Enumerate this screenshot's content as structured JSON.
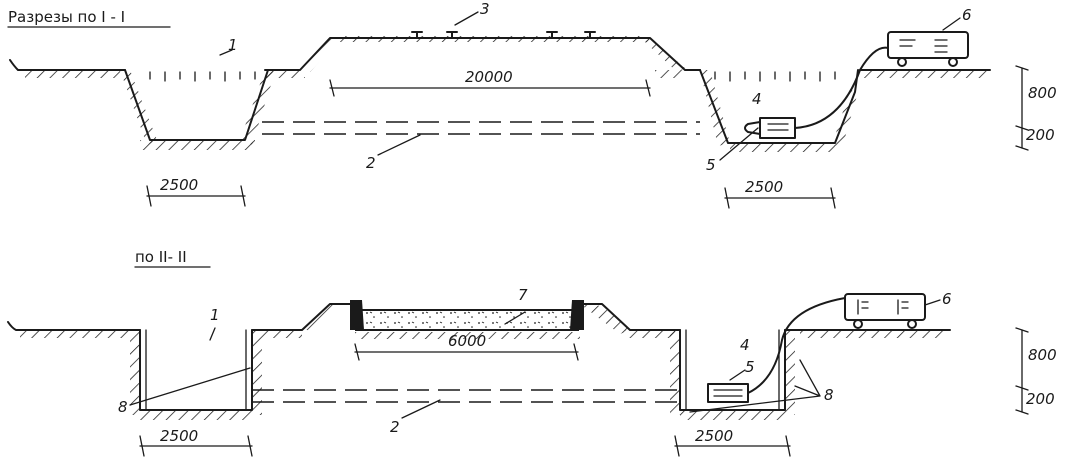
{
  "sections": {
    "top": {
      "title": "Разрезы по  I - I",
      "dims": {
        "road_width": "20000",
        "pit_left_width": "2500",
        "pit_right_width": "2500",
        "depth_upper": "800",
        "depth_lower": "200"
      },
      "callouts": {
        "c1": "1",
        "c2": "2",
        "c3": "3",
        "c4": "4",
        "c5": "5",
        "c6": "6"
      }
    },
    "bottom": {
      "title": "по  II- II",
      "dims": {
        "slab_width": "6000",
        "pit_left_width": "2500",
        "pit_right_width": "2500",
        "depth_upper": "800",
        "depth_lower": "200"
      },
      "callouts": {
        "c1": "1",
        "c2": "2",
        "c4": "4",
        "c5": "5",
        "c6": "6",
        "c7": "7",
        "c8a": "8",
        "c8b": "8"
      }
    }
  },
  "colors": {
    "ink": "#1a1a1a",
    "paper": "#ffffff"
  }
}
